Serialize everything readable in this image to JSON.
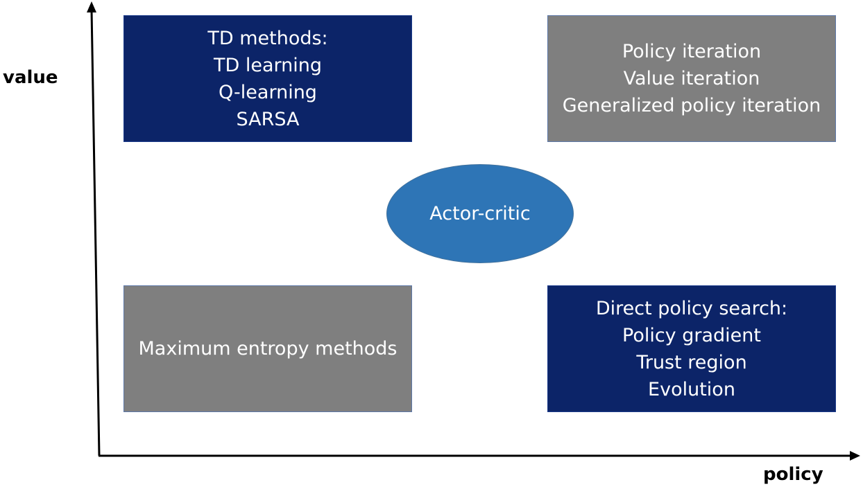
{
  "axes": {
    "y_label": "value",
    "x_label": "policy"
  },
  "boxes": {
    "td_methods": {
      "lines": [
        "TD methods:",
        "TD learning",
        "Q-learning",
        "SARSA"
      ],
      "color": "#0c2468"
    },
    "dynamic_programming": {
      "lines": [
        "Policy iteration",
        "Value iteration",
        "Generalized policy iteration"
      ],
      "color": "#7f7f7f"
    },
    "maximum_entropy": {
      "lines": [
        "Maximum entropy methods"
      ],
      "color": "#7f7f7f"
    },
    "direct_policy_search": {
      "lines": [
        "Direct policy search:",
        "Policy gradient",
        "Trust region",
        "Evolution"
      ],
      "color": "#0c2468"
    }
  },
  "center": {
    "label": "Actor-critic",
    "color": "#2e75b6"
  }
}
